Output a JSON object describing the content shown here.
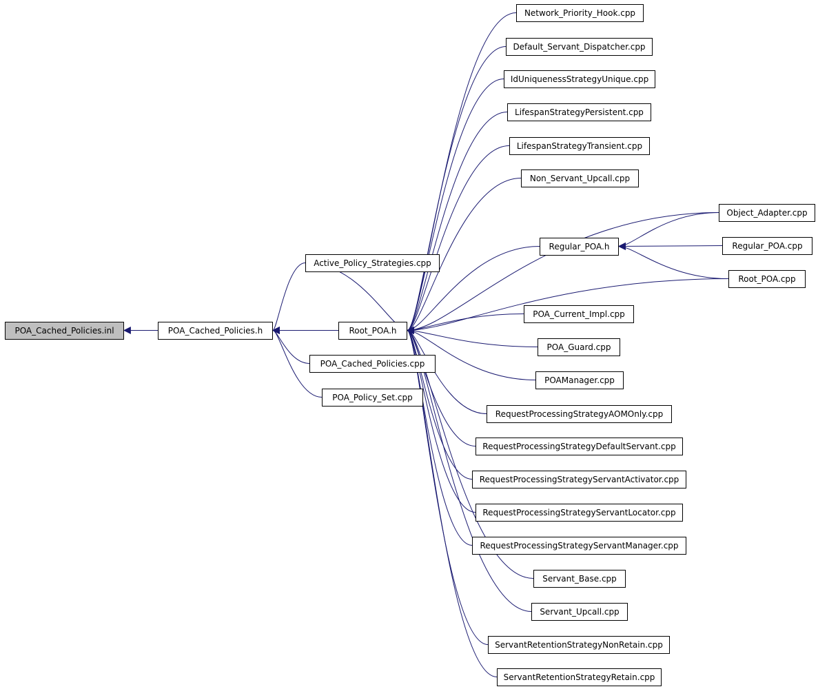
{
  "diagram": {
    "type": "include-dependency-graph",
    "colors": {
      "edge": "#191970",
      "node_border": "#000000",
      "node_fill": "#ffffff",
      "root_fill": "#bfbfbf"
    },
    "nodes": [
      {
        "id": "inl",
        "label": "POA_Cached_Policies.inl",
        "highlighted": true
      },
      {
        "id": "cph",
        "label": "POA_Cached_Policies.h"
      },
      {
        "id": "rph",
        "label": "Root_POA.h"
      },
      {
        "id": "aps",
        "label": "Active_Policy_Strategies.cpp"
      },
      {
        "id": "cpc",
        "label": "POA_Cached_Policies.cpp"
      },
      {
        "id": "pps",
        "label": "POA_Policy_Set.cpp"
      },
      {
        "id": "nph",
        "label": "Network_Priority_Hook.cpp"
      },
      {
        "id": "dsd",
        "label": "Default_Servant_Dispatcher.cpp"
      },
      {
        "id": "idu",
        "label": "IdUniquenessStrategyUnique.cpp"
      },
      {
        "id": "lsp",
        "label": "LifespanStrategyPersistent.cpp"
      },
      {
        "id": "lst",
        "label": "LifespanStrategyTransient.cpp"
      },
      {
        "id": "nsu",
        "label": "Non_Servant_Upcall.cpp"
      },
      {
        "id": "oad",
        "label": "Object_Adapter.cpp"
      },
      {
        "id": "rgh",
        "label": "Regular_POA.h"
      },
      {
        "id": "rgc",
        "label": "Regular_POA.cpp"
      },
      {
        "id": "rpc",
        "label": "Root_POA.cpp"
      },
      {
        "id": "pci",
        "label": "POA_Current_Impl.cpp"
      },
      {
        "id": "pgd",
        "label": "POA_Guard.cpp"
      },
      {
        "id": "pmg",
        "label": "POAManager.cpp"
      },
      {
        "id": "rpa",
        "label": "RequestProcessingStrategyAOMOnly.cpp"
      },
      {
        "id": "rpd",
        "label": "RequestProcessingStrategyDefaultServant.cpp"
      },
      {
        "id": "rps",
        "label": "RequestProcessingStrategyServantActivator.cpp"
      },
      {
        "id": "rpl",
        "label": "RequestProcessingStrategyServantLocator.cpp"
      },
      {
        "id": "rpm",
        "label": "RequestProcessingStrategyServantManager.cpp"
      },
      {
        "id": "sbs",
        "label": "Servant_Base.cpp"
      },
      {
        "id": "sup",
        "label": "Servant_Upcall.cpp"
      },
      {
        "id": "srn",
        "label": "ServantRetentionStrategyNonRetain.cpp"
      },
      {
        "id": "srr",
        "label": "ServantRetentionStrategyRetain.cpp"
      }
    ],
    "edges": [
      [
        "cph",
        "inl"
      ],
      [
        "rph",
        "cph"
      ],
      [
        "aps",
        "cph"
      ],
      [
        "cpc",
        "cph"
      ],
      [
        "pps",
        "cph"
      ],
      [
        "nph",
        "rph"
      ],
      [
        "dsd",
        "rph"
      ],
      [
        "idu",
        "rph"
      ],
      [
        "lsp",
        "rph"
      ],
      [
        "lst",
        "rph"
      ],
      [
        "nsu",
        "rph"
      ],
      [
        "oad",
        "rph"
      ],
      [
        "rgh",
        "rph"
      ],
      [
        "rpc",
        "rph"
      ],
      [
        "pci",
        "rph"
      ],
      [
        "pgd",
        "rph"
      ],
      [
        "pmg",
        "rph"
      ],
      [
        "rpa",
        "rph"
      ],
      [
        "rpd",
        "rph"
      ],
      [
        "rps",
        "rph"
      ],
      [
        "rpl",
        "rph"
      ],
      [
        "rpm",
        "rph"
      ],
      [
        "sbs",
        "rph"
      ],
      [
        "sup",
        "rph"
      ],
      [
        "srn",
        "rph"
      ],
      [
        "srr",
        "rph"
      ],
      [
        "aps",
        "rph"
      ],
      [
        "oad",
        "rgh"
      ],
      [
        "rgc",
        "rgh"
      ],
      [
        "rpc",
        "rgh"
      ]
    ]
  }
}
